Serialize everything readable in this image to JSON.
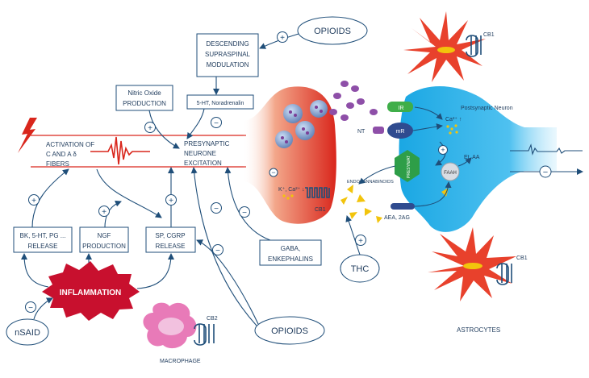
{
  "boxes": {
    "descending": [
      "DESCENDING",
      "SUPRASPINAL",
      "MODULATION"
    ],
    "no_production": [
      "Nitric Oxide",
      "PRODUCTION"
    ],
    "ht_nor": "5-HT, Noradrenalin",
    "bk_release": [
      "BK, 5-HT, PG ...",
      "RELEASE"
    ],
    "ngf": [
      "NGF",
      "PRODUCTION"
    ],
    "sp_cgrp": [
      "SP, CGRP",
      "RELEASE"
    ],
    "gaba": [
      "GABA,",
      "ENKEPHALINS"
    ]
  },
  "ellipses": {
    "opioids_top": "OPIOIDS",
    "opioids_bottom": "OPIOIDS",
    "thc": "THC",
    "nsaid": "nSAID"
  },
  "labels": {
    "activation": [
      "ACTIVATION OF",
      "C AND A δ",
      "FIBERS"
    ],
    "presynaptic": [
      "PRESYNAPTIC",
      "NEURONE",
      "EXCITATION"
    ],
    "inflammation": "INFLAMMATION",
    "nt": "NT",
    "postsynaptic_neuron": "Postsynaptic Neuron",
    "ir": "IR",
    "mr": "mR",
    "ca": "Ca²⁺ ↑",
    "et_aa": "Et, AA",
    "faah": "FAAH",
    "presyn_channel": "PRESYN/AT",
    "endocannabinoids": "ENDOCANNABINOIDS",
    "aea": "AEA, 2AG",
    "k_ca": "K⁺, Ca²⁺ ↓",
    "cb1_synapse": "CB1",
    "cb1_top": "CB1",
    "cb1_astro": "CB1",
    "cb2": "CB2",
    "astrocytes": "ASTROCYTES",
    "macrophage": "MACROPHAGE"
  },
  "signs": {
    "plus": "+",
    "minus": "−"
  },
  "colors": {
    "line": "#1f4e79",
    "red": "#d9261c",
    "cyan": "#29a8e0",
    "purple": "#7b3f98",
    "astro_red": "#e8412c",
    "macrophage_pink": "#e87ab8",
    "yellow": "#f2c40c"
  }
}
